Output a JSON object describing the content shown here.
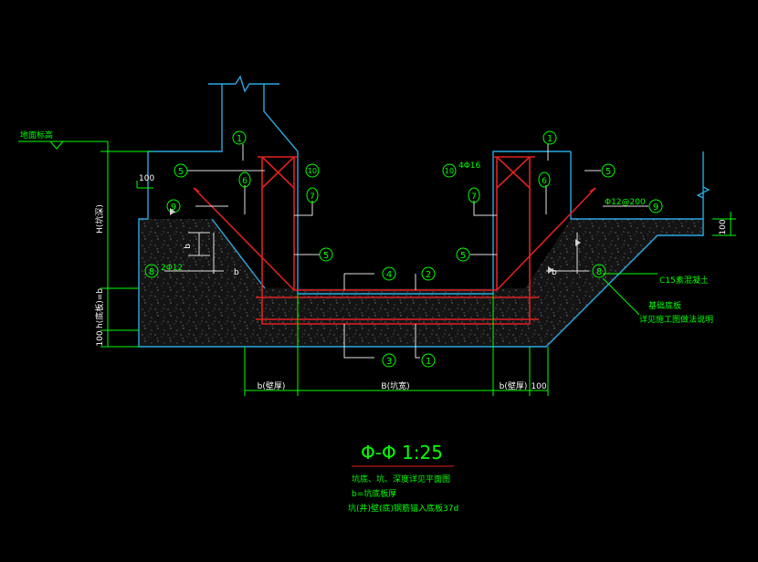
{
  "colors": {
    "background": "#000000",
    "outline": "#2aa8e0",
    "rebar": "#e02020",
    "label": "#00ff00",
    "dim": "#00ff00",
    "text_white": "#ffffff",
    "concrete_fill": "#1a1a1a",
    "hatch": "#9a9a9a"
  },
  "labels": {
    "ground_level": "地面标高",
    "dim_100_left_top": "100",
    "h_depth": "H(坑深)",
    "h_slab": "h(底板)=b",
    "dim_100_left_bottom": "100",
    "dim_100_right": "100",
    "b_wall_left": "b(壁厚)",
    "B_width": "B(坑宽)",
    "b_wall_right": "b(壁厚)",
    "dim_100_bottom_right": "100",
    "b_left": "b",
    "b_left2": "b",
    "b_right": "b",
    "rebar_2phi12": "2Φ12",
    "rebar_4phi16": "4Φ16",
    "rebar_phi12_200": "Φ12@200",
    "c15_cushion": "C15素混凝土",
    "waterproof_1": "基础底板",
    "waterproof_2": "详见施工图做法说明",
    "section_title": "Φ-Φ 1:25",
    "note_1": "坑底、坑、深度详见平面图",
    "note_2": "b=坑底板厚",
    "note_3": "坑(井)壁(底)钢筋锚入底板37d"
  },
  "markers": [
    "1",
    "5",
    "9",
    "8",
    "10",
    "6",
    "7",
    "5",
    "4",
    "2",
    "3",
    "1",
    "1",
    "5",
    "10",
    "6",
    "7",
    "9",
    "5",
    "8"
  ]
}
